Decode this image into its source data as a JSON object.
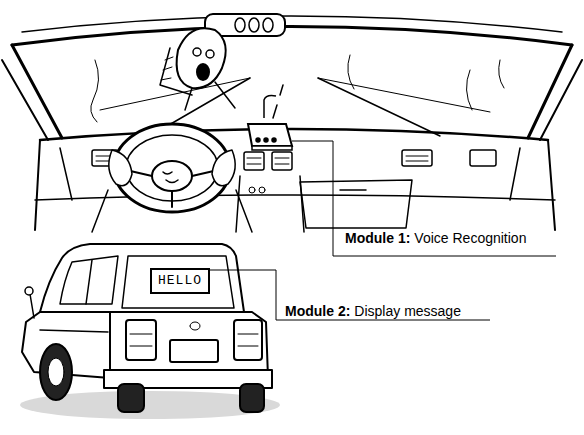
{
  "diagram": {
    "nodes": [
      {
        "text": [
          "HELLO"
        ]
      }
    ],
    "labels": [
      "Module 1:",
      "Voice Recognition",
      "Module 2:",
      "Display message"
    ]
  }
}
